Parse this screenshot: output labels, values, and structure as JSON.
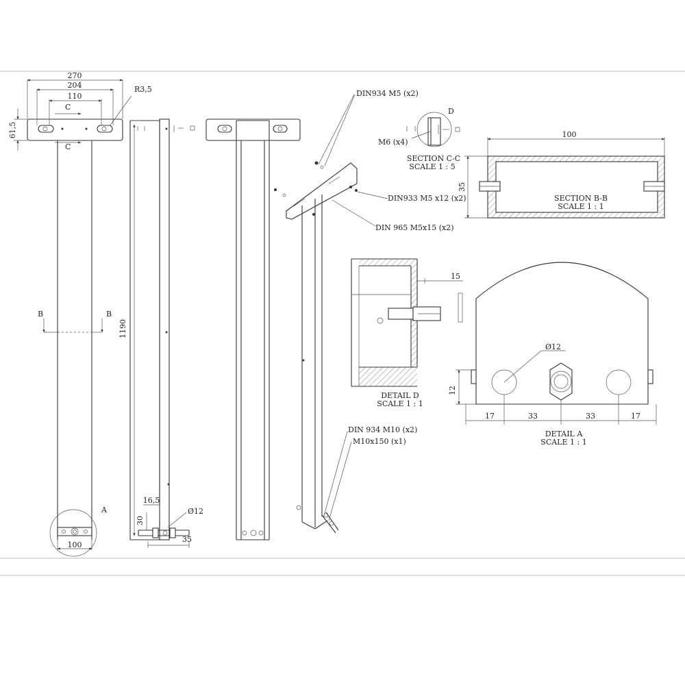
{
  "dimensions": {
    "width_270": "270",
    "width_204": "204",
    "width_110": "110",
    "radius": "R3,5",
    "height_61_5": "61,5",
    "length_1190": "1190",
    "width_100_base": "100",
    "offset_16_5": "16,5",
    "height_30": "30",
    "dia_12_side": "Ø12",
    "length_35": "35",
    "width_100_section": "100",
    "height_35_section": "35",
    "detail_d_15": "15",
    "detail_a_dia": "Ø12",
    "detail_a_12": "12",
    "detail_a_17_left": "17",
    "detail_a_33_left": "33",
    "detail_a_33_right": "33",
    "detail_a_17_right": "17"
  },
  "markers": {
    "section_c_top": "C",
    "section_c_bottom": "C",
    "section_b_left": "B",
    "section_b_right": "B",
    "detail_a": "A",
    "detail_d": "D"
  },
  "callouts": {
    "din934_m5": "DIN934 M5 (x2)",
    "m6": "M6 (x4)",
    "din933_m5": "DIN933 M5 x12 (x2)",
    "din965": "DIN 965 M5x15 (x2)",
    "din934_m10": "DIN 934 M10 (x2)",
    "m10x150": "M10x150 (x1)"
  },
  "views": {
    "section_cc": {
      "title": "SECTION C-C",
      "scale": "SCALE 1 : 5"
    },
    "section_bb": {
      "title": "SECTION B-B",
      "scale": "SCALE 1 : 1"
    },
    "detail_d": {
      "title": "DETAIL D",
      "scale": "SCALE 1 : 1"
    },
    "detail_a": {
      "title": "DETAIL A",
      "scale": "SCALE 1 : 1"
    }
  }
}
